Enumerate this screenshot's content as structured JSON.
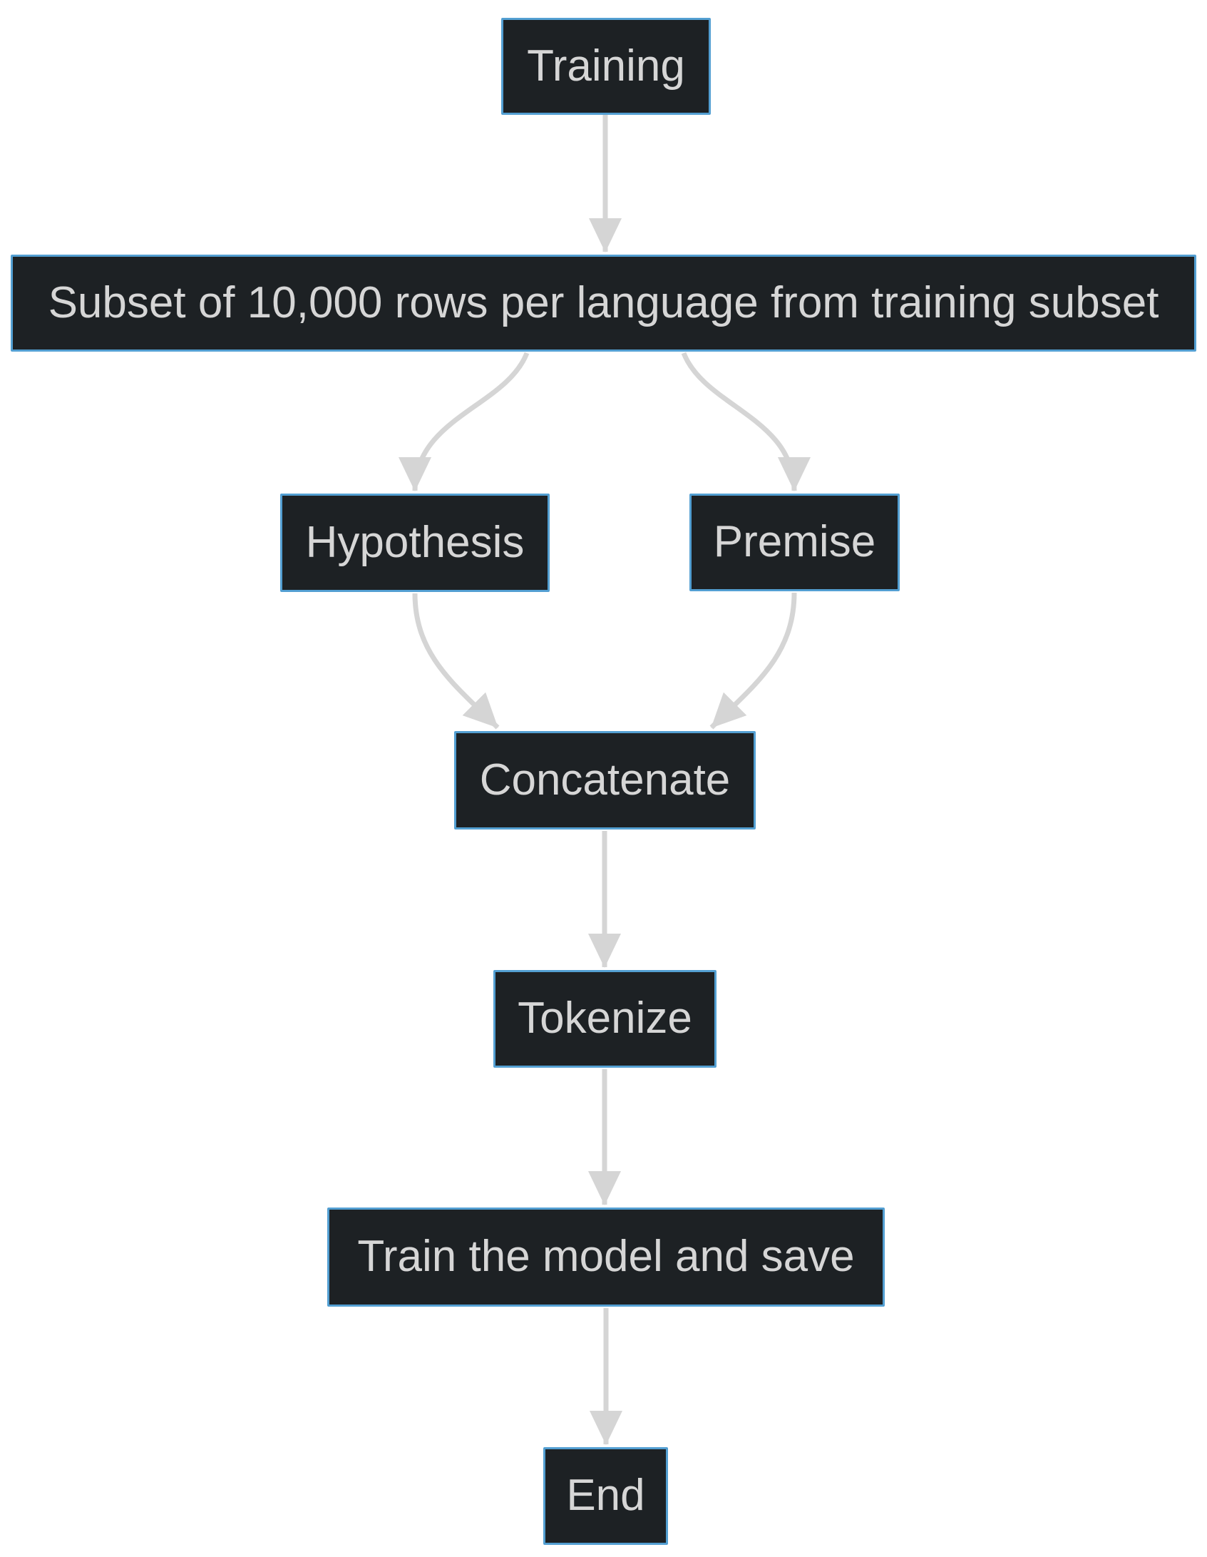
{
  "diagram": {
    "type": "flowchart",
    "direction": "top-down",
    "nodes": [
      {
        "id": "training",
        "label": "Training"
      },
      {
        "id": "subset",
        "label": "Subset of 10,000 rows per language from training subset"
      },
      {
        "id": "hypothesis",
        "label": "Hypothesis"
      },
      {
        "id": "premise",
        "label": "Premise"
      },
      {
        "id": "concatenate",
        "label": "Concatenate"
      },
      {
        "id": "tokenize",
        "label": "Tokenize"
      },
      {
        "id": "train_save",
        "label": "Train the model and save"
      },
      {
        "id": "end",
        "label": "End"
      }
    ],
    "edges": [
      {
        "from": "training",
        "to": "subset"
      },
      {
        "from": "subset",
        "to": "hypothesis"
      },
      {
        "from": "subset",
        "to": "premise"
      },
      {
        "from": "hypothesis",
        "to": "concatenate"
      },
      {
        "from": "premise",
        "to": "concatenate"
      },
      {
        "from": "concatenate",
        "to": "tokenize"
      },
      {
        "from": "tokenize",
        "to": "train_save"
      },
      {
        "from": "train_save",
        "to": "end"
      }
    ],
    "colors": {
      "node_fill": "#1d2124",
      "node_border": "#539fd2",
      "node_text": "#d6d6d6",
      "edge_color": "#d5d5d5",
      "bg": "#ffffff"
    }
  }
}
